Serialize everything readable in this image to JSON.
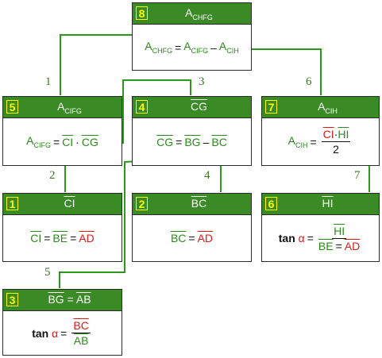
{
  "colors": {
    "header": "#3a8a26",
    "green": "#2a8a1a",
    "red": "#e01818",
    "connector": "#2a9a1a",
    "badge": "#ffff00"
  },
  "boxes": {
    "b8": {
      "num": "8",
      "title_base": "A",
      "title_sub": "CHFG",
      "f_lhs_base": "A",
      "f_lhs_sub": "CHFG",
      "f_eq": "=",
      "f_t1_base": "A",
      "f_t1_sub": "CIFG",
      "f_minus": "–",
      "f_t2_base": "A",
      "f_t2_sub": "CIH"
    },
    "b5": {
      "num": "5",
      "title_base": "A",
      "title_sub": "CIFG",
      "f_lhs_base": "A",
      "f_lhs_sub": "CIFG",
      "f_eq": "=",
      "f_a": "CI",
      "f_dot": "·",
      "f_b": "CG"
    },
    "b4": {
      "num": "4",
      "title": "CG",
      "f_lhs": "CG",
      "f_eq": "=",
      "f_a": "BG",
      "f_minus": "–",
      "f_b": "BC"
    },
    "b7": {
      "num": "7",
      "title_base": "A",
      "title_sub": "CIH",
      "f_lhs_base": "A",
      "f_lhs_sub": "CIH",
      "f_eq": "=",
      "f_num_a": "CI",
      "f_dot": "·",
      "f_num_b": "HI",
      "f_den": "2"
    },
    "b1": {
      "num": "1",
      "title": "CI",
      "f_a": "CI",
      "f_eq1": "=",
      "f_b": "BE",
      "f_eq2": "=",
      "f_c": "AD"
    },
    "b2": {
      "num": "2",
      "title": "BC",
      "f_a": "BC",
      "f_eq": "=",
      "f_b": "AD"
    },
    "b6": {
      "num": "6",
      "title": "HI",
      "f_tan": "tan",
      "f_alpha": "α",
      "f_eq": "=",
      "f_num": "HI",
      "f_den_a": "BE",
      "f_den_eq": "=",
      "f_den_b": "AD"
    },
    "b3": {
      "num": "3",
      "title_a": "BG",
      "title_eq": "=",
      "title_b": "AB",
      "f_tan": "tan",
      "f_alpha": "α",
      "f_eq": "=",
      "f_num": "BC",
      "f_den": "AB"
    }
  },
  "steps": [
    "1",
    "2",
    "3",
    "4",
    "5",
    "6",
    "7"
  ]
}
